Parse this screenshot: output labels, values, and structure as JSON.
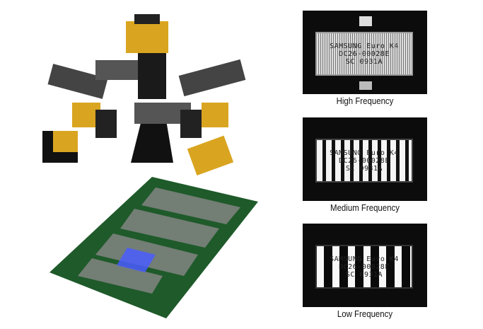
{
  "panels": [
    {
      "caption": "High Frequency",
      "chip_lines": [
        "SAMSUNG Euro K4",
        "DC26-00028E",
        "SC 0931A"
      ]
    },
    {
      "caption": "Medium Frequency",
      "chip_lines": [
        "SAMSUNG Euro K4",
        "DC26-00028E",
        "SC 0931A"
      ]
    },
    {
      "caption": "Low Frequency",
      "chip_lines": [
        "SAMSUNG Euro K4",
        "DC26-00028E",
        "SC 0931A"
      ]
    }
  ],
  "colors": {
    "camera_body": "#d9a520",
    "pcb": "#1f5a2a",
    "highlight": "#4a5cff"
  }
}
